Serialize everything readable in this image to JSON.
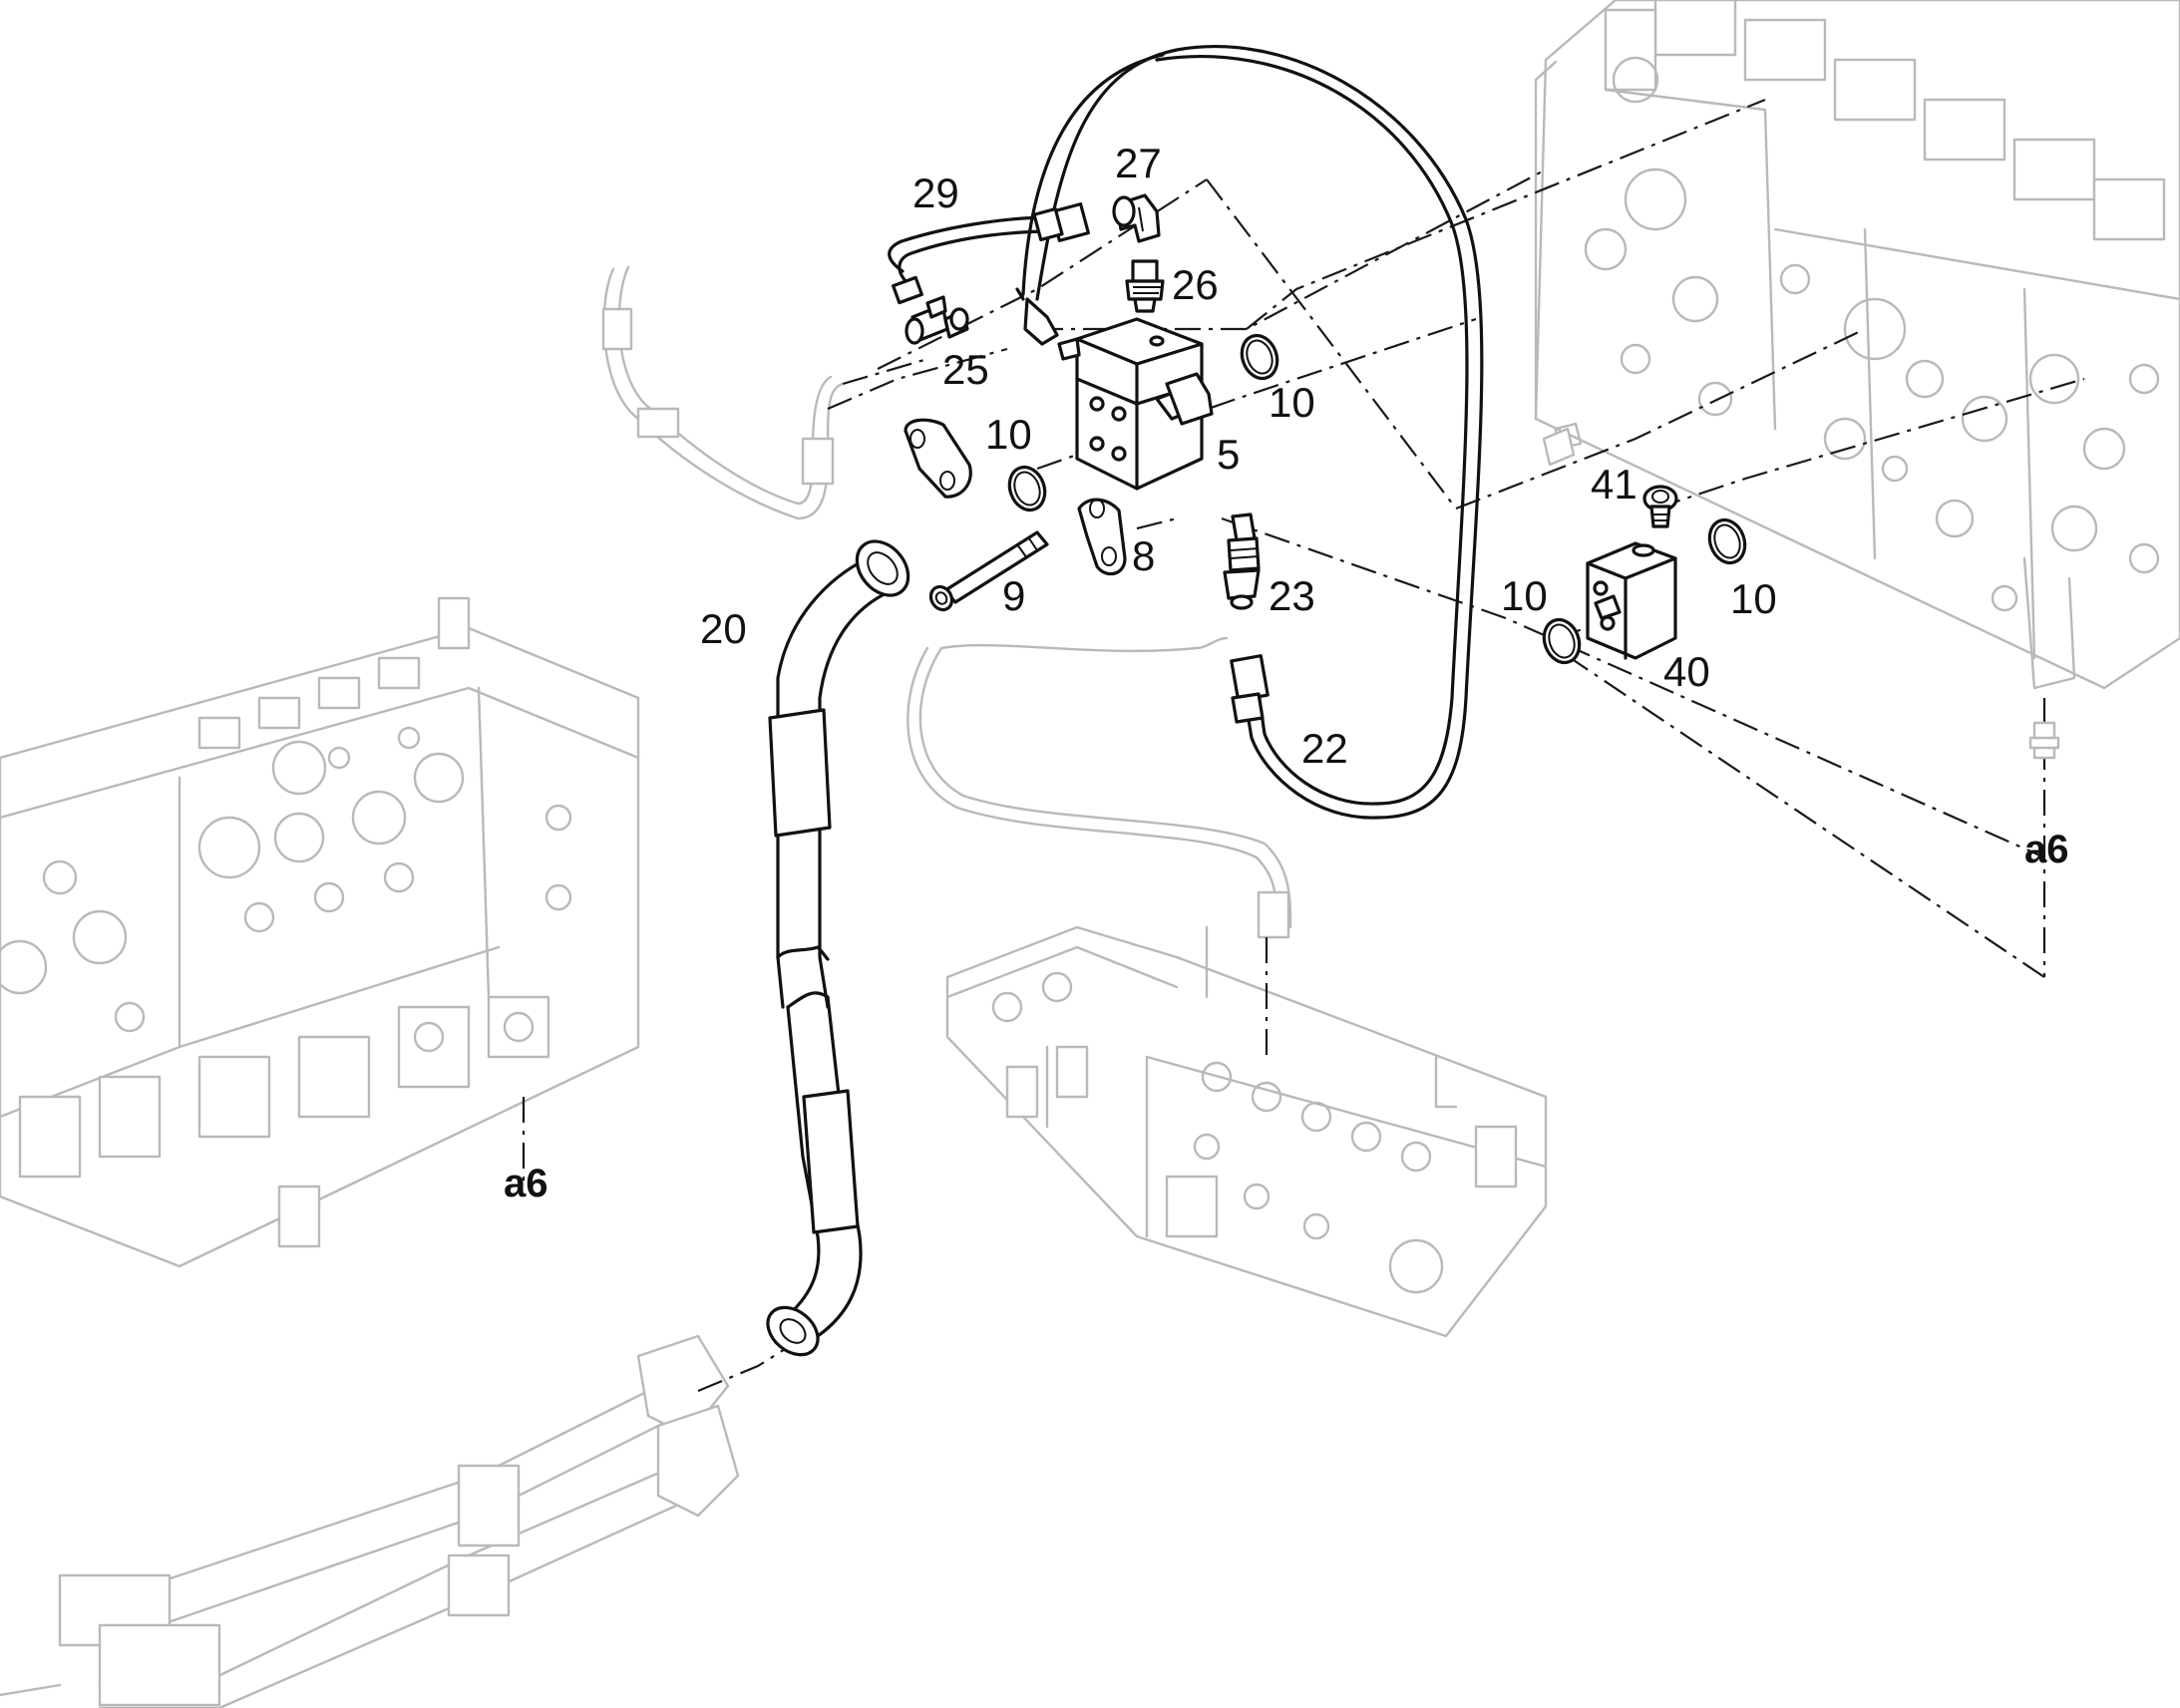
{
  "callouts": {
    "c29": "29",
    "c27": "27",
    "c26": "26",
    "c25": "25",
    "c10a": "10",
    "c10b": "10",
    "c5": "5",
    "c8": "8",
    "c9": "9",
    "c20": "20",
    "c23": "23",
    "c22": "22",
    "c41": "41",
    "c10c": "10",
    "c10d": "10",
    "c40": "40"
  },
  "references": {
    "ref_right": "a6",
    "ref_left": "a6"
  }
}
